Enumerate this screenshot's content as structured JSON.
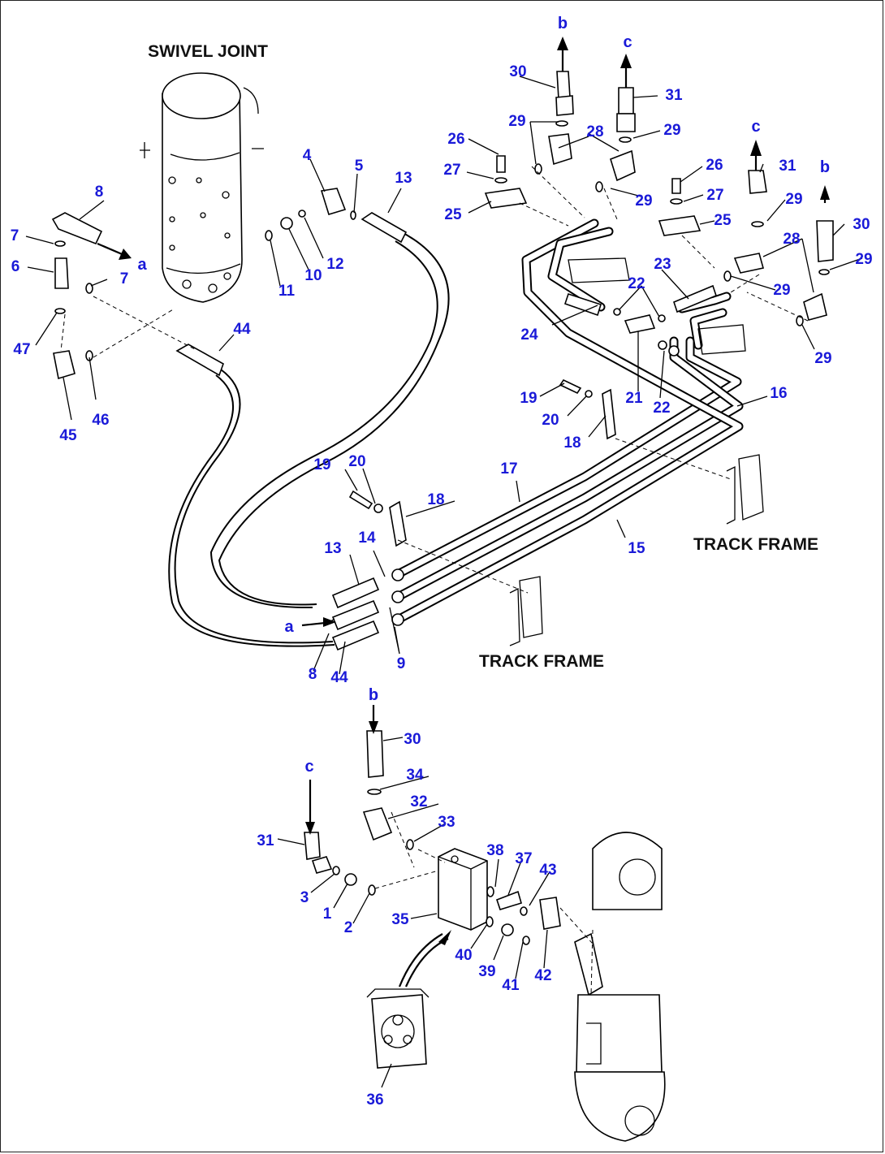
{
  "headings": {
    "swivel_joint": "SWIVEL JOINT",
    "track_frame_1": "TRACK FRAME",
    "track_frame_2": "TRACK FRAME"
  },
  "callouts": {
    "n1": "1",
    "n2": "2",
    "n3": "3",
    "n4": "4",
    "n5": "5",
    "n6": "6",
    "n7a": "7",
    "n7b": "7",
    "n8a": "8",
    "n8b": "8",
    "n9": "9",
    "n10": "10",
    "n11": "11",
    "n12": "12",
    "n13a": "13",
    "n13b": "13",
    "n14": "14",
    "n15": "15",
    "n16": "16",
    "n17": "17",
    "n18a": "18",
    "n18b": "18",
    "n19a": "19",
    "n19b": "19",
    "n20a": "20",
    "n20b": "20",
    "n21": "21",
    "n22a": "22",
    "n22b": "22",
    "n23": "23",
    "n24": "24",
    "n25a": "25",
    "n25b": "25",
    "n26a": "26",
    "n26b": "26",
    "n27a": "27",
    "n27b": "27",
    "n28a": "28",
    "n28b": "28",
    "n29a": "29",
    "n29b": "29",
    "n29c": "29",
    "n29d": "29",
    "n29e": "29",
    "n29f": "29",
    "n29g": "29",
    "n30a": "30",
    "n30b": "30",
    "n30c": "30",
    "n31a": "31",
    "n31b": "31",
    "n31c": "31",
    "n32": "32",
    "n33": "33",
    "n34": "34",
    "n35": "35",
    "n36": "36",
    "n37": "37",
    "n38": "38",
    "n39": "39",
    "n40": "40",
    "n41": "41",
    "n42": "42",
    "n43": "43",
    "n44a": "44",
    "n44b": "44",
    "n45": "45",
    "n46": "46",
    "n47": "47"
  },
  "connection_letters": {
    "a1": "a",
    "a2": "a",
    "b1": "b",
    "b2": "b",
    "b3": "b",
    "c1": "c",
    "c2": "c",
    "c3": "c"
  },
  "colors": {
    "callout": "#1a1ad8",
    "heading": "#111111",
    "line": "#000000"
  }
}
